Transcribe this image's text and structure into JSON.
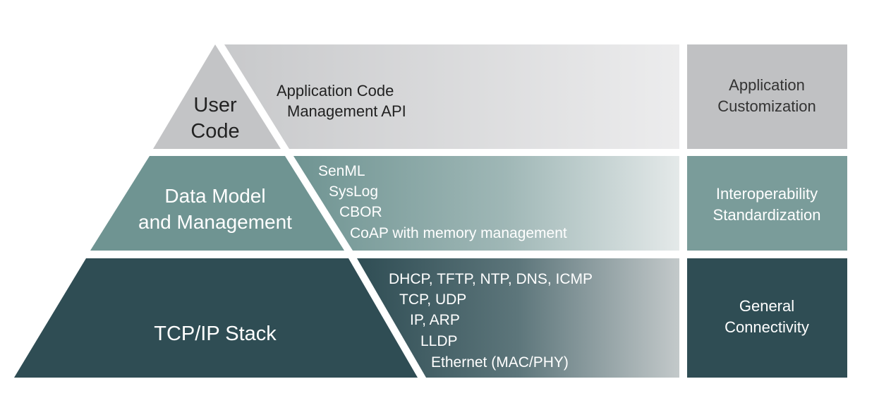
{
  "layers": {
    "user_code": {
      "title_line1": "User",
      "title_line2": "Code",
      "items": [
        "Application Code",
        "Management API"
      ],
      "side_line1": "Application",
      "side_line2": "Customization"
    },
    "data_model": {
      "title_line1": "Data Model",
      "title_line2": "and Management",
      "items": [
        "SenML",
        "SysLog",
        "CBOR",
        "CoAP with memory management"
      ],
      "side_line1": "Interoperability",
      "side_line2": "Standardization"
    },
    "tcpip": {
      "title": "TCP/IP Stack",
      "items": [
        "DHCP, TFTP, NTP, DNS, ICMP",
        "TCP, UDP",
        "IP, ARP",
        "LLDP",
        "Ethernet (MAC/PHY)"
      ],
      "side_line1": "General",
      "side_line2": "Connectivity"
    }
  },
  "colors": {
    "top_layer": "#c3c4c6",
    "top_side": "#c0c1c3",
    "middle_layer": "#6f9492",
    "middle_side": "#7a9c9a",
    "bottom_layer": "#2f4d54",
    "bottom_side": "#2f4d54"
  }
}
